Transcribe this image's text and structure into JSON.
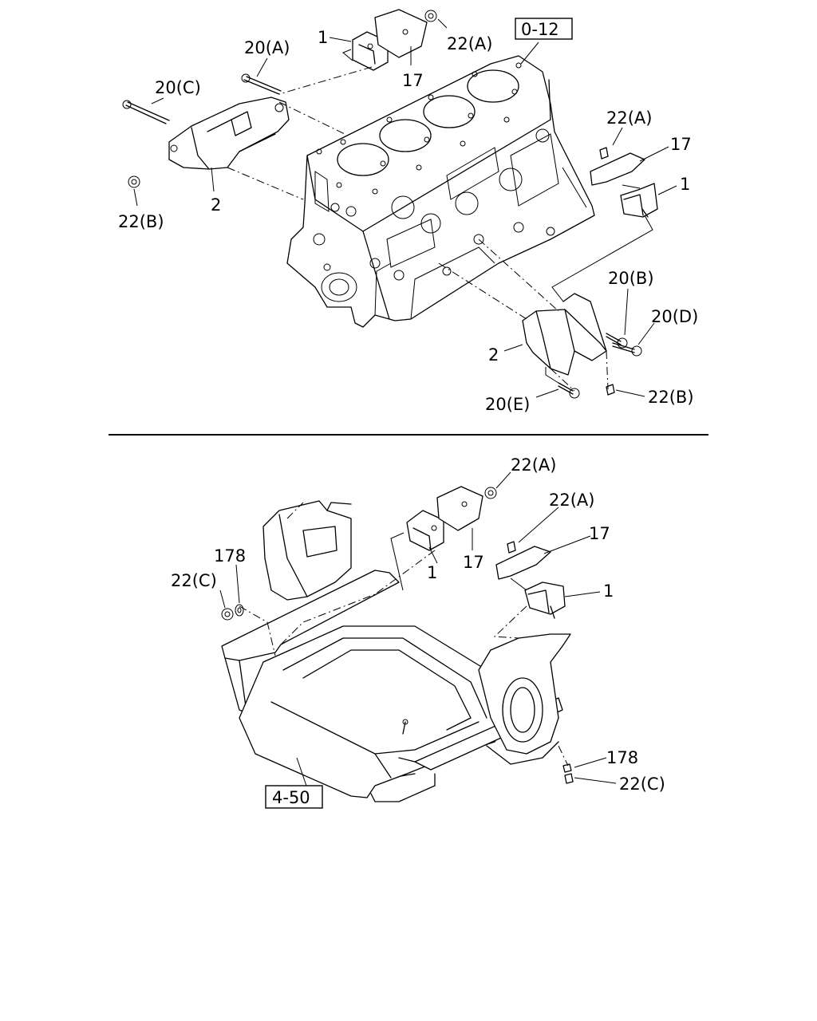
{
  "figure_refs": {
    "top": "0-12",
    "bottom": "4-50"
  },
  "top_labels": {
    "p1": "1",
    "p17": "17",
    "p22a": "22(A)",
    "p20a": "20(A)",
    "p20c": "20(C)",
    "p22b": "22(B)",
    "p2": "2",
    "p22a_r": "22(A)",
    "p17_r": "17",
    "p1_r": "1",
    "p20b": "20(B)",
    "p20d": "20(D)",
    "p2_r": "2",
    "p20e": "20(E)",
    "p22b_r": "22(B)"
  },
  "bottom_labels": {
    "p22a": "22(A)",
    "p22a_r": "22(A)",
    "p17_r": "17",
    "p1_r": "1",
    "p178": "178",
    "p22c": "22(C)",
    "p1": "1",
    "p17": "17",
    "p178_r": "178",
    "p22c_r": "22(C)"
  }
}
